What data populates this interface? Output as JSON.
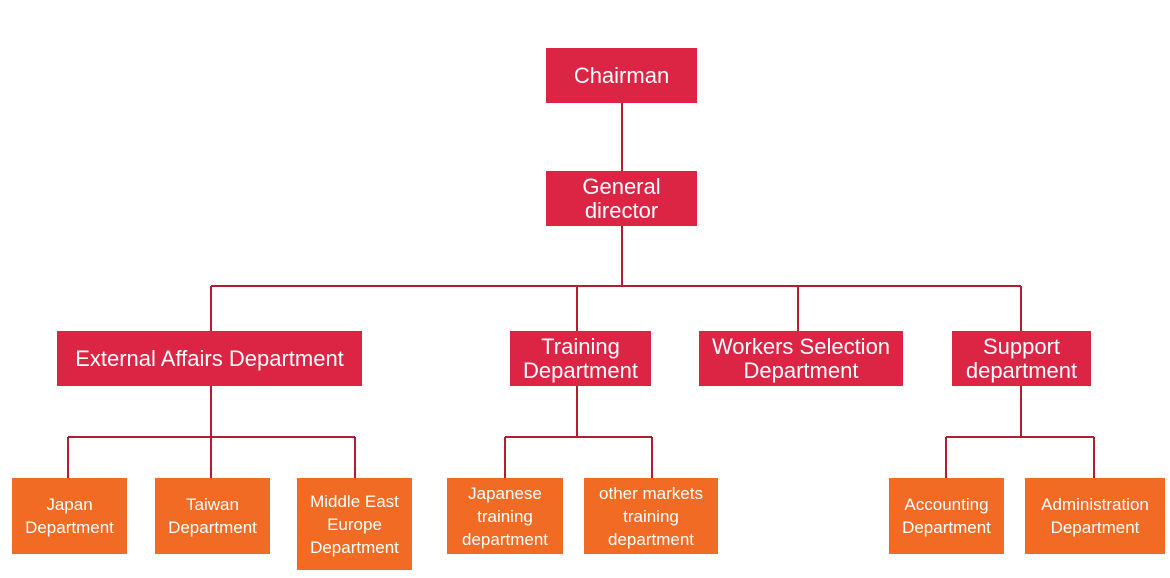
{
  "colors": {
    "level_1_2_fill": "#dc2444",
    "level_3_fill": "#f26b24",
    "connector": "#b71b34",
    "text": "#ffffff"
  },
  "chairman": {
    "label": "Chairman"
  },
  "general_director": {
    "label": "General\ndirector"
  },
  "departments": {
    "external_affairs": {
      "label": "External Affairs Department",
      "children": [
        {
          "label": "Japan\nDepartment"
        },
        {
          "label": "Taiwan\nDepartment"
        },
        {
          "label": "Middle East\nEurope\nDepartment"
        }
      ]
    },
    "training": {
      "label": "Training\nDepartment",
      "children": [
        {
          "label": "Japanese\ntraining\ndepartment"
        },
        {
          "label": "other markets\ntraining\ndepartment"
        }
      ]
    },
    "workers_selection": {
      "label": "Workers Selection\nDepartment"
    },
    "support": {
      "label": "Support\ndepartment",
      "children": [
        {
          "label": "Accounting\nDepartment"
        },
        {
          "label": "Administration\nDepartment"
        }
      ]
    }
  }
}
